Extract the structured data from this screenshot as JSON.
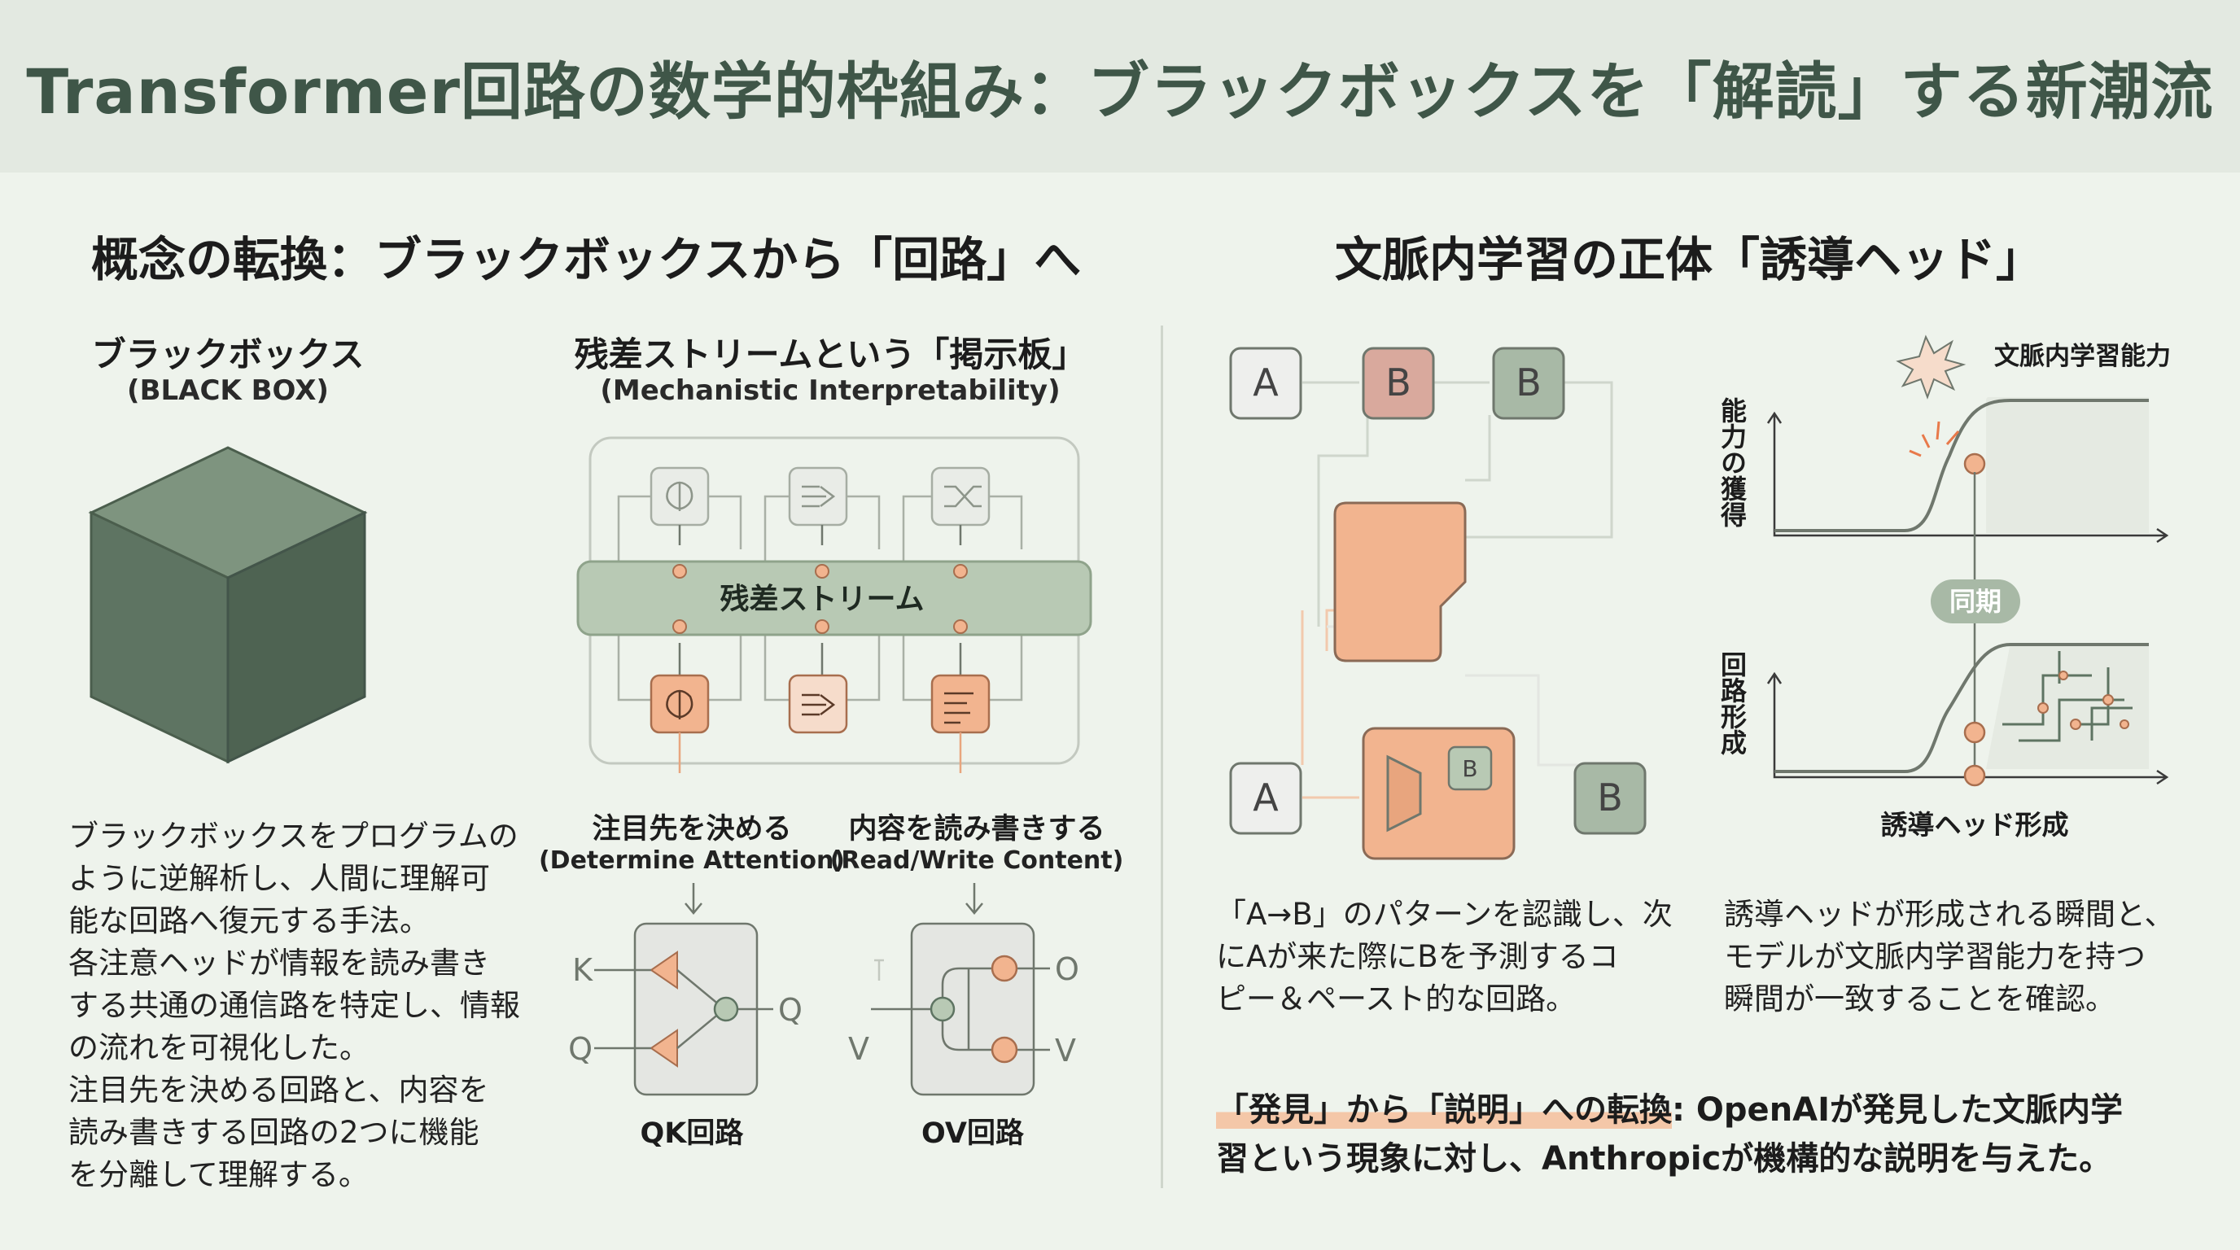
{
  "title": "Transformer回路の数学的枠組み：ブラックボックスを「解読」する新潮流",
  "left_section": {
    "title": "概念の転換：ブラックボックスから「回路」へ",
    "black_box": {
      "label": "ブラックボックス",
      "sublabel": "(BLACK BOX)"
    },
    "residual": {
      "label": "残差ストリームという「掲示板」",
      "sublabel": "(Mechanistic Interpretability)",
      "stream_label": "残差ストリーム"
    },
    "description_lines": [
      "ブラックボックスをプログラムの",
      "ように逆解析し、人間に理解可",
      "能な回路へ復元する手法。",
      "各注意ヘッドが情報を読み書き",
      "する共通の通信路を特定し、情報",
      "の流れを可視化した。",
      "注目先を決める回路と、内容を",
      "読み書きする回路の2つに機能",
      "を分離して理解する。"
    ],
    "qk": {
      "label": "注目先を決める",
      "sublabel": "(Determine Attention)",
      "name": "QK回路",
      "in_top": "K",
      "in_bottom": "Q",
      "out": "Q"
    },
    "ov": {
      "label": "内容を読み書きする",
      "sublabel": "(Read/Write Content)",
      "name": "OV回路",
      "in": "V",
      "out_top": "O",
      "out_bottom": "V"
    }
  },
  "right_section": {
    "title": "文脈内学習の正体「誘導ヘッド」",
    "tokens_top": [
      "A",
      "B",
      "B"
    ],
    "tokens_bottom": [
      "A",
      "B"
    ],
    "inner_token": "B",
    "pattern_caption": [
      "「A→B」のパターンを認識し、次",
      "にAが来た際にBを予測するコ",
      "ピー＆ペースト的な回路。"
    ],
    "graph": {
      "top_label": "文脈内学習能力",
      "top_axis": "能力の獲得",
      "bottom_axis": "回路形成",
      "sync": "同期",
      "bottom_title": "誘導ヘッド形成"
    },
    "graph_caption": [
      "誘導ヘッドが形成される瞬間と、",
      "モデルが文脈内学習能力を持つ",
      "瞬間が一致することを確認。"
    ],
    "conclusion_highlight": "「発見」から「説明」への転換",
    "conclusion_line1": ": OpenAIが発見した文脈内学",
    "conclusion_line2": "習という現象に対し、Anthropicが機構的な説明を与えた。"
  },
  "colors": {
    "accent_orange": "#f2b48f",
    "green_box": "#5e7462",
    "header_bg": "#e3e9e1",
    "stream_green": "#b8c9b4"
  }
}
